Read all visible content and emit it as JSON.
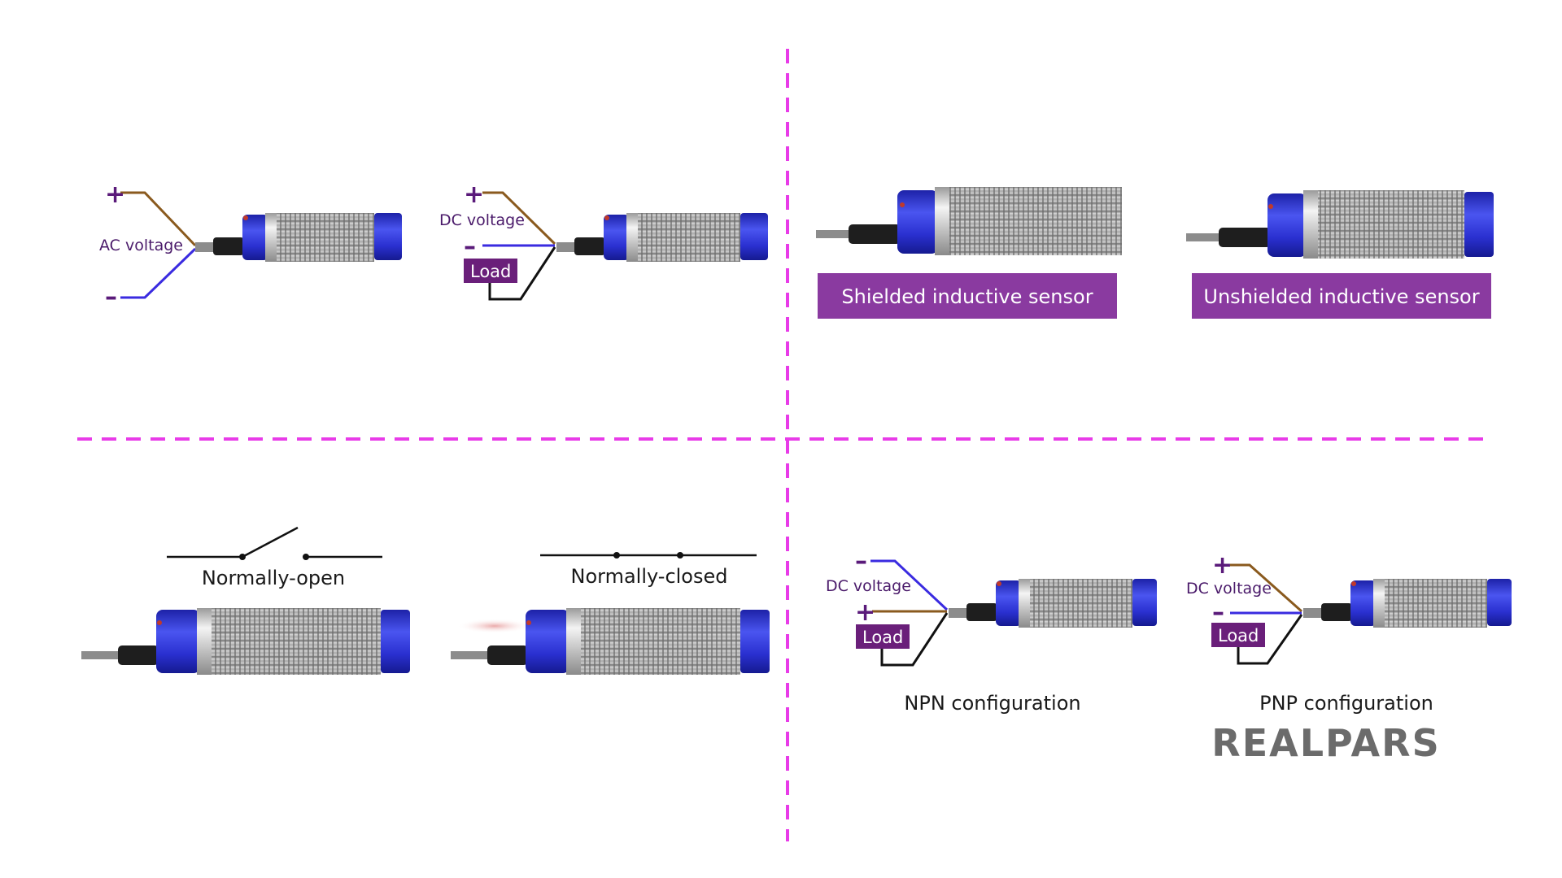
{
  "colors": {
    "divider": "#e83be8",
    "wire_brown": "#8a5a1e",
    "wire_blue": "#3a2be0",
    "wire_black": "#111111",
    "sensor_blue": "#2a2fd0",
    "thread_gray": "#9a9a9a",
    "label_box": "#6a1f7a",
    "banner": "#8a3aa0",
    "logo": "#6b6b6b"
  },
  "quadrant_tl": {
    "ac": {
      "plus": "+",
      "minus": "–",
      "label": "AC voltage"
    },
    "dc": {
      "plus": "+",
      "minus": "–",
      "label": "DC voltage",
      "load": "Load"
    }
  },
  "quadrant_tr": {
    "shielded": "Shielded inductive sensor",
    "unshielded": "Unshielded inductive sensor"
  },
  "quadrant_bl": {
    "normally_open": "Normally-open",
    "normally_closed": "Normally-closed"
  },
  "quadrant_br": {
    "npn": {
      "minus": "–",
      "plus": "+",
      "label": "DC voltage",
      "load": "Load",
      "caption": "NPN configuration"
    },
    "pnp": {
      "plus": "+",
      "minus": "–",
      "label": "DC voltage",
      "load": "Load",
      "caption": "PNP configuration"
    }
  },
  "logo": {
    "text": "REALPARS",
    "icon": "realpars-logo"
  }
}
